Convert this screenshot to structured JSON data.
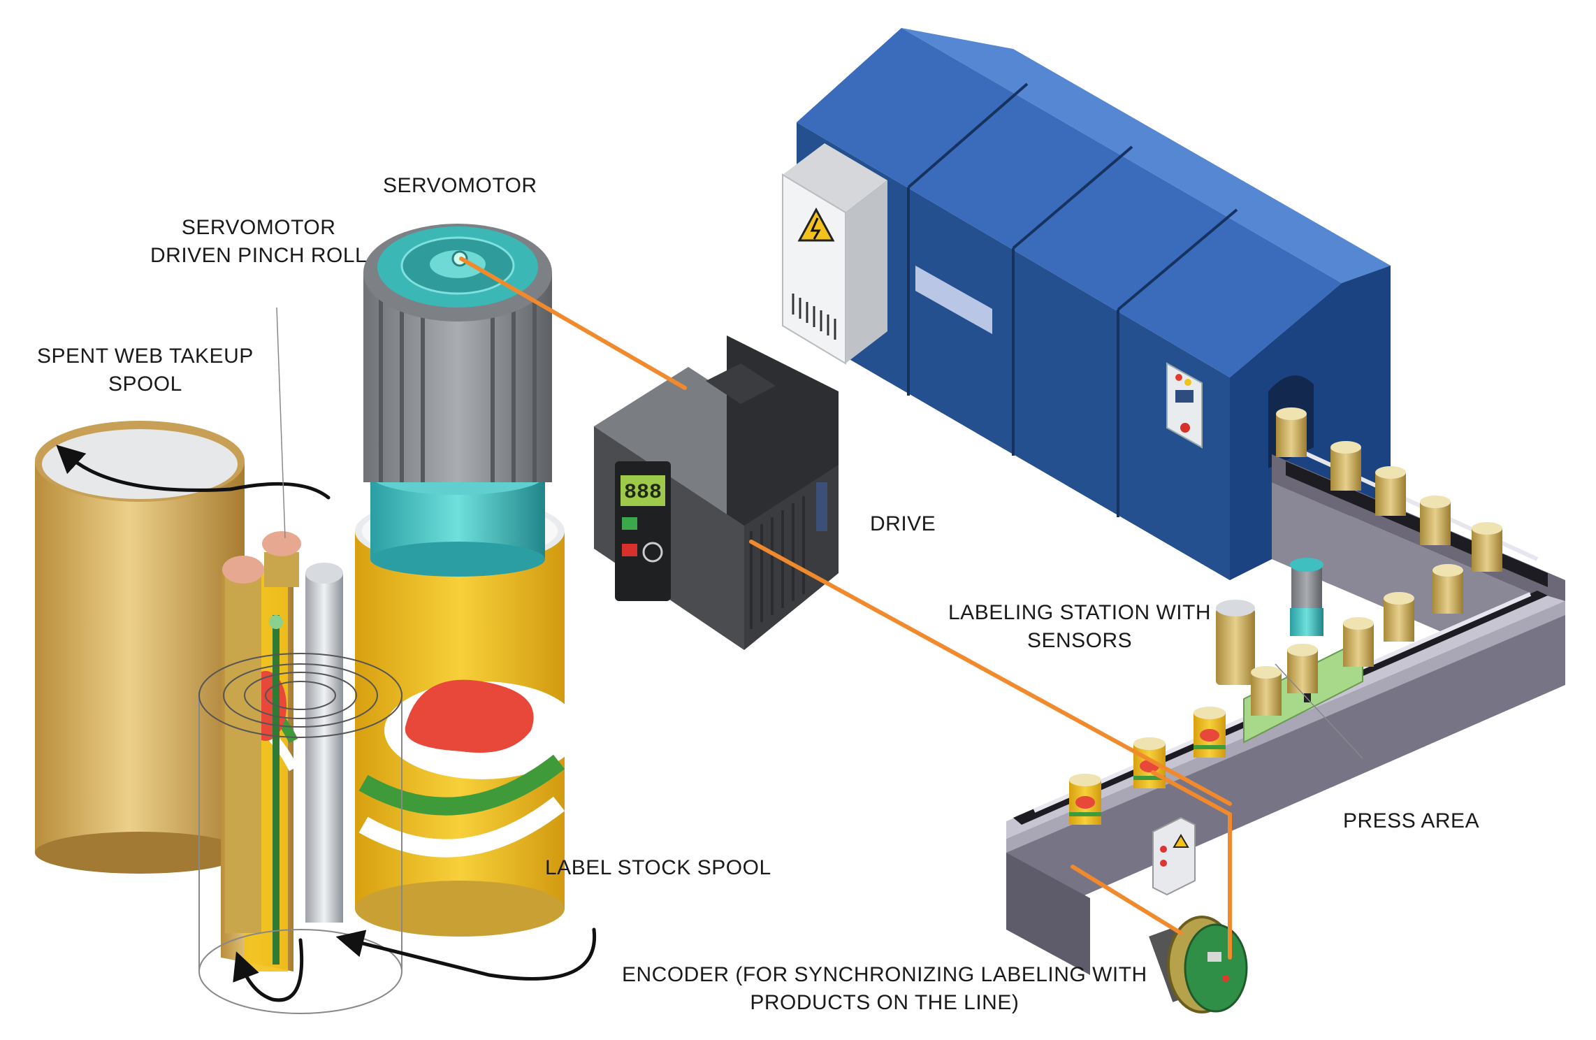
{
  "labels": {
    "servomotor": "SERVOMOTOR",
    "pinch_roll_line1": "SERVOMOTOR",
    "pinch_roll_line2": "DRIVEN PINCH ROLL",
    "takeup_line1": "SPENT WEB TAKEUP",
    "takeup_line2": "SPOOL",
    "drive": "DRIVE",
    "labeling_line1": "LABELING STATION WITH",
    "labeling_line2": "SENSORS",
    "press_area": "PRESS AREA",
    "label_stock": "LABEL STOCK SPOOL",
    "encoder_line1": "ENCODER (FOR SYNCHRONIZING LABELING WITH",
    "encoder_line2": "PRODUCTS ON THE LINE)"
  },
  "drive_display": "888",
  "colors": {
    "signal_line": "#f08a2c",
    "tunnel_blue": "#2c5da8",
    "spool_gold": "#d9b15a",
    "label_yellow": "#f3c21a",
    "label_red": "#e8483a",
    "label_green": "#3f9a3a",
    "servo_teal": "#3fbfc0",
    "drive_grey": "#55575b"
  }
}
